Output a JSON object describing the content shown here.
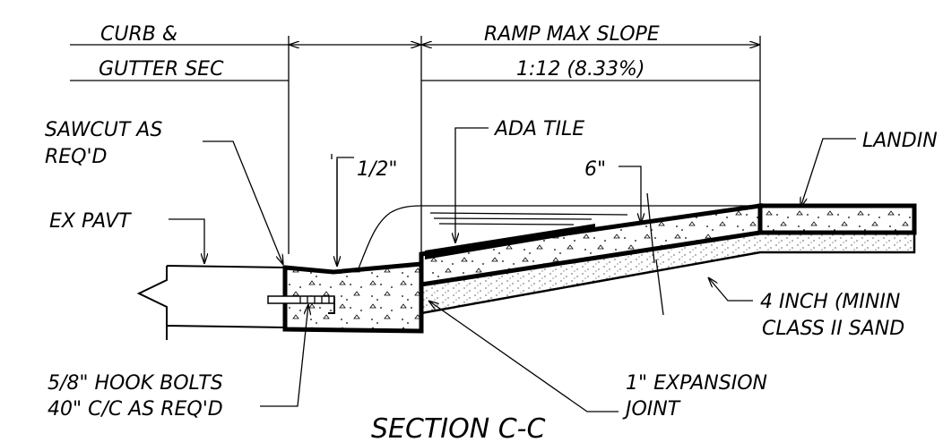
{
  "labels": {
    "curb_line1": "CURB &",
    "curb_line2": "GUTTER SEC",
    "ramp_line1": "RAMP MAX SLOPE",
    "ramp_line2": "1:12 (8.33%)",
    "sawcut_line1": "SAWCUT AS",
    "sawcut_line2": "REQ'D",
    "half_inch": "1/2\"",
    "ada_tile": "ADA TILE",
    "six_inch": "6\"",
    "landing": "LANDIN",
    "ex_pavt": "EX PAVT",
    "base_line1": "4 INCH (MININ",
    "base_line2": "CLASS II SAND",
    "hook_line1": "5/8\" HOOK BOLTS",
    "hook_line2": "40\" C/C AS REQ'D",
    "expansion_line1": "1\" EXPANSION",
    "expansion_line2": "JOINT",
    "section_title": "SECTION C-C"
  },
  "colors": {
    "ink": "#000000",
    "paper": "#ffffff"
  }
}
